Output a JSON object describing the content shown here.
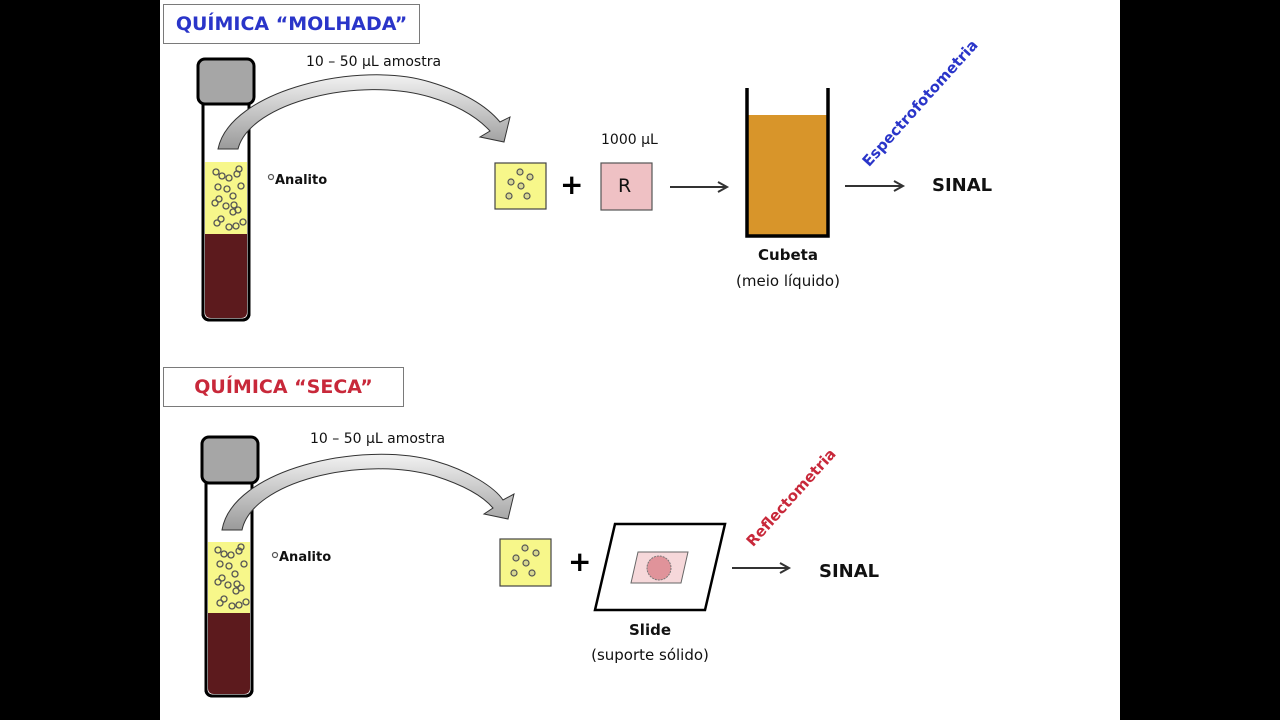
{
  "sections": {
    "wet": {
      "title": "QUÍMICA “MOLHADA”",
      "title_color": "#2a35c9",
      "sample_volume": "10 – 50 µL amostra",
      "analyte_legend": "Analito",
      "reagent_volume": "1000 µL",
      "reagent_label": "R",
      "plus": "+",
      "container_label": "Cubeta",
      "container_sub": "(meio líquido)",
      "method": "Espectrofotometria",
      "method_color": "#2a35c9",
      "output": "SINAL"
    },
    "dry": {
      "title": "QUÍMICA “SECA”",
      "title_color": "#c8283a",
      "sample_volume": "10 – 50 µL amostra",
      "analyte_legend": "Analito",
      "plus": "+",
      "container_label": "Slide",
      "container_sub": "(suporte sólido)",
      "method": "Reflectometria",
      "method_color": "#c8283a",
      "output": "SINAL"
    }
  },
  "colors": {
    "plasma": "#f7f78a",
    "blood": "#5c1a1d",
    "cap": "#a6a6a6",
    "reagent": "#efc1c4",
    "cuvette_liquid": "#d8952a",
    "slide_spot": "#e0939a"
  }
}
